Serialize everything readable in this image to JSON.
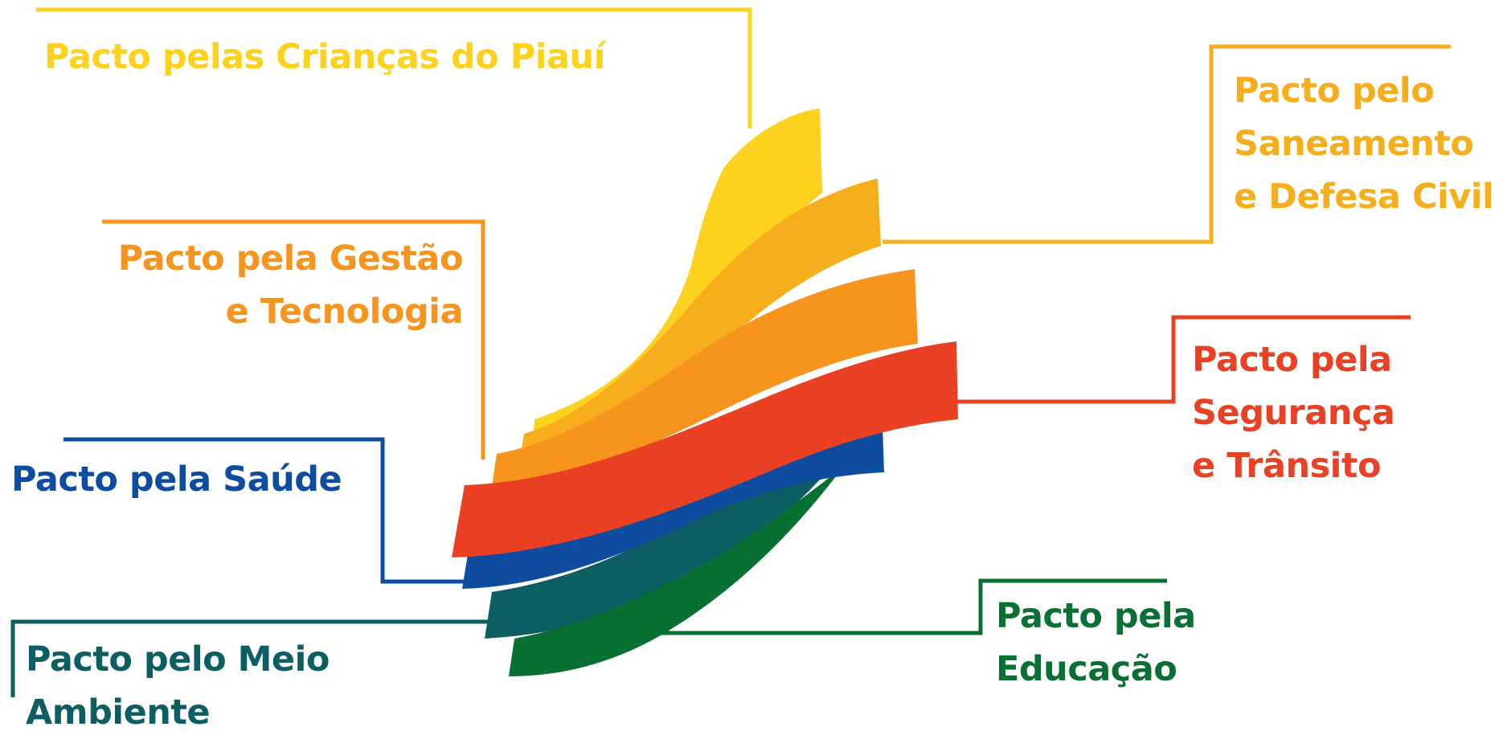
{
  "colors": {
    "yellow": "#FCD21F",
    "amber": "#F7AE1C",
    "orange": "#F7941D",
    "red": "#EA4125",
    "blue": "#0D4C9E",
    "teal": "#0D5E63",
    "green": "#097033"
  },
  "pacts": [
    {
      "key": "criancas",
      "color": "#FCD21F",
      "lines": [
        "Pacto pelas Crianças do Piauí"
      ]
    },
    {
      "key": "saneamento",
      "color": "#F7AE1C",
      "lines": [
        "Pacto pelo",
        "Saneamento",
        "e Defesa Civil"
      ]
    },
    {
      "key": "gestao",
      "color": "#F7941D",
      "lines": [
        "Pacto pela Gestão",
        "e Tecnologia"
      ]
    },
    {
      "key": "seguranca",
      "color": "#EA4125",
      "lines": [
        "Pacto pela",
        "Segurança",
        "e Trânsito"
      ]
    },
    {
      "key": "saude",
      "color": "#0D4C9E",
      "lines": [
        "Pacto pela Saúde"
      ]
    },
    {
      "key": "educacao",
      "color": "#097033",
      "lines": [
        "Pacto pela",
        "Educação"
      ]
    },
    {
      "key": "meio_ambiente",
      "color": "#0D5E63",
      "lines": [
        "Pacto pelo Meio",
        "Ambiente"
      ]
    }
  ]
}
